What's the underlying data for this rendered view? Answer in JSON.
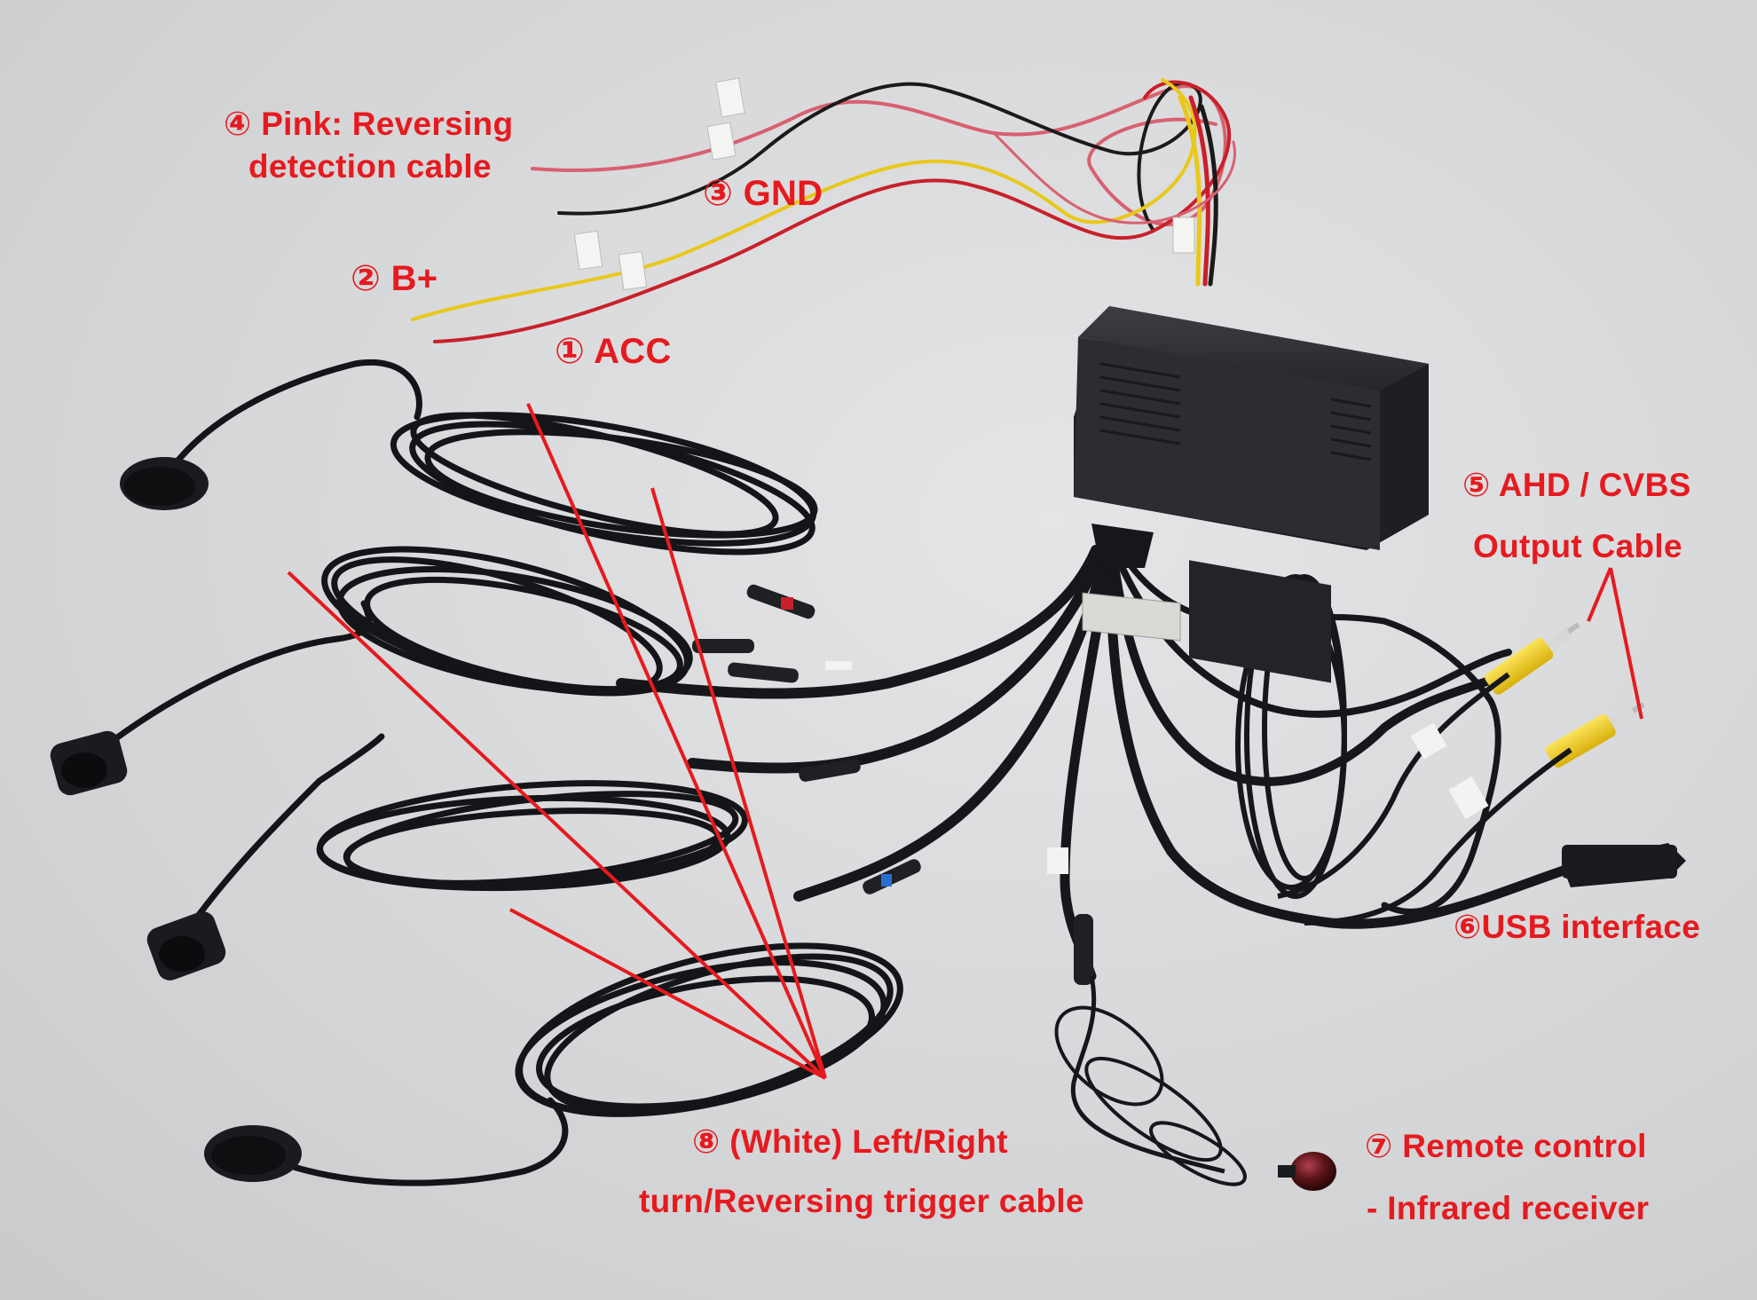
{
  "labels": {
    "pink_line1": "④ Pink: Reversing",
    "pink_line2": "detection cable",
    "gnd": "③ GND",
    "bplus": "② B+",
    "acc": "① ACC",
    "ahd_line1": "⑤ AHD / CVBS",
    "ahd_line2": "Output Cable",
    "usb": "⑥USB interface",
    "remote_line1": "⑦ Remote control",
    "remote_line2": "- Infrared receiver",
    "white_line1": "⑧ (White) Left/Right",
    "white_line2": "turn/Reversing trigger cable"
  },
  "colors": {
    "label_text": "#e61a1f",
    "annotation_line": "#e61a1f",
    "background": "#d9dadc",
    "control_box": "#2a2b2e",
    "cable": "#16171a",
    "rca_plug": "#f2d21c",
    "wire_yellow": "#e8c81a",
    "wire_red": "#c8202a",
    "wire_pink": "#d86070",
    "wire_black": "#1a1a1a"
  },
  "icons": {
    "control_box": "control-box-icon",
    "camera": "camera-icon",
    "rca_plug": "rca-plug-icon",
    "usb_plug": "usb-plug-icon",
    "ir_receiver": "infrared-receiver-icon"
  }
}
